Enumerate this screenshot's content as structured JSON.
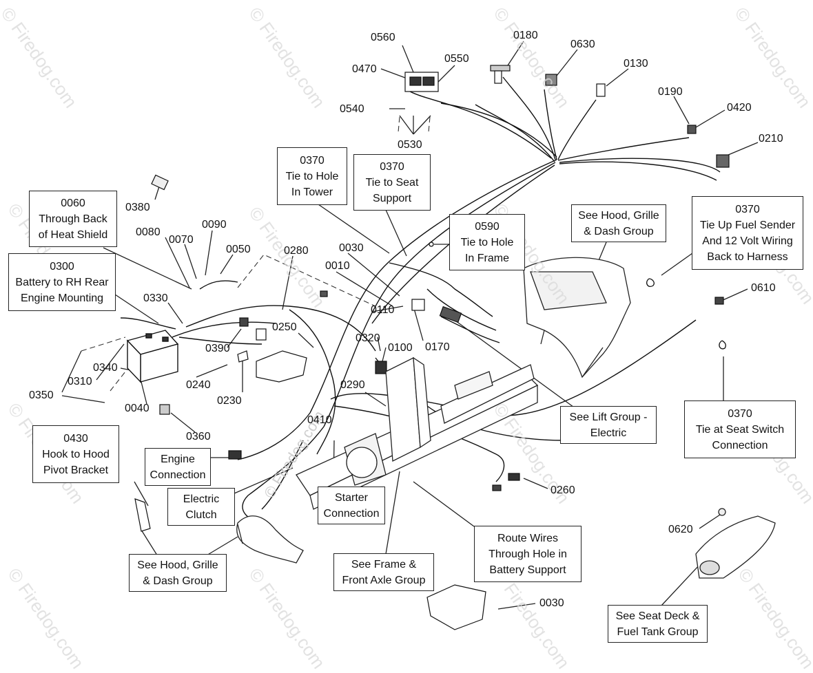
{
  "watermark": "© Firedog.com",
  "callouts": {
    "c0060": [
      "0060",
      "Through Back",
      "of Heat Shield"
    ],
    "c0300": [
      "0300",
      "Battery to RH Rear",
      "Engine Mounting"
    ],
    "c0370a": [
      "0370",
      "Tie to Hole",
      "In Tower"
    ],
    "c0370b": [
      "0370",
      "Tie to Seat",
      "Support"
    ],
    "c0590": [
      "0590",
      "Tie to Hole",
      "In Frame"
    ],
    "c_hood1": [
      "See Hood, Grille",
      "& Dash Group"
    ],
    "c0370c": [
      "0370",
      "Tie Up Fuel Sender",
      "And 12 Volt Wiring",
      "Back to Harness"
    ],
    "c_lift": [
      "See Lift Group -",
      "Electric"
    ],
    "c0370d": [
      "0370",
      "Tie at Seat Switch",
      "Connection"
    ],
    "c0430": [
      "0430",
      "Hook to Hood",
      "Pivot Bracket"
    ],
    "c_engine": [
      "Engine",
      "Connection"
    ],
    "c_clutch": [
      "Electric",
      "Clutch"
    ],
    "c_starter": [
      "Starter",
      "Connection"
    ],
    "c_hood2": [
      "See Hood, Grille",
      "& Dash Group"
    ],
    "c_frame": [
      "See Frame &",
      "Front Axle Group"
    ],
    "c_route": [
      "Route Wires",
      "Through Hole in",
      "Battery Support"
    ],
    "c_seat": [
      "See Seat Deck &",
      "Fuel Tank Group"
    ]
  },
  "parts": {
    "p0560": "0560",
    "p0470": "0470",
    "p0550": "0550",
    "p0540": "0540",
    "p0530": "0530",
    "p0180": "0180",
    "p0630": "0630",
    "p0130": "0130",
    "p0190": "0190",
    "p0420": "0420",
    "p0210": "0210",
    "p0380": "0380",
    "p0080": "0080",
    "p0070": "0070",
    "p0090": "0090",
    "p0050": "0050",
    "p0280": "0280",
    "p0030a": "0030",
    "p0010": "0010",
    "p0330": "0330",
    "p0110": "0110",
    "p0250": "0250",
    "p0390": "0390",
    "p0320": "0320",
    "p0100": "0100",
    "p0170": "0170",
    "p0340": "0340",
    "p0310": "0310",
    "p0350": "0350",
    "p0040": "0040",
    "p0240": "0240",
    "p0230": "0230",
    "p0290": "0290",
    "p0360": "0360",
    "p0410": "0410",
    "p0610": "0610",
    "p0260": "0260",
    "p0030b": "0030",
    "p0620": "0620"
  }
}
